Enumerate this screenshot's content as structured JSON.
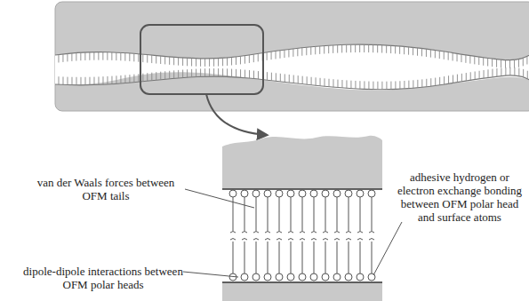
{
  "diagram": {
    "labels": [
      "van der Waals forces between OFM tails",
      "dipole-dipole interactions between OFM polar heads",
      "adhesive hydrogen or electron exchange bonding between OFM polar head and surface atoms"
    ]
  }
}
